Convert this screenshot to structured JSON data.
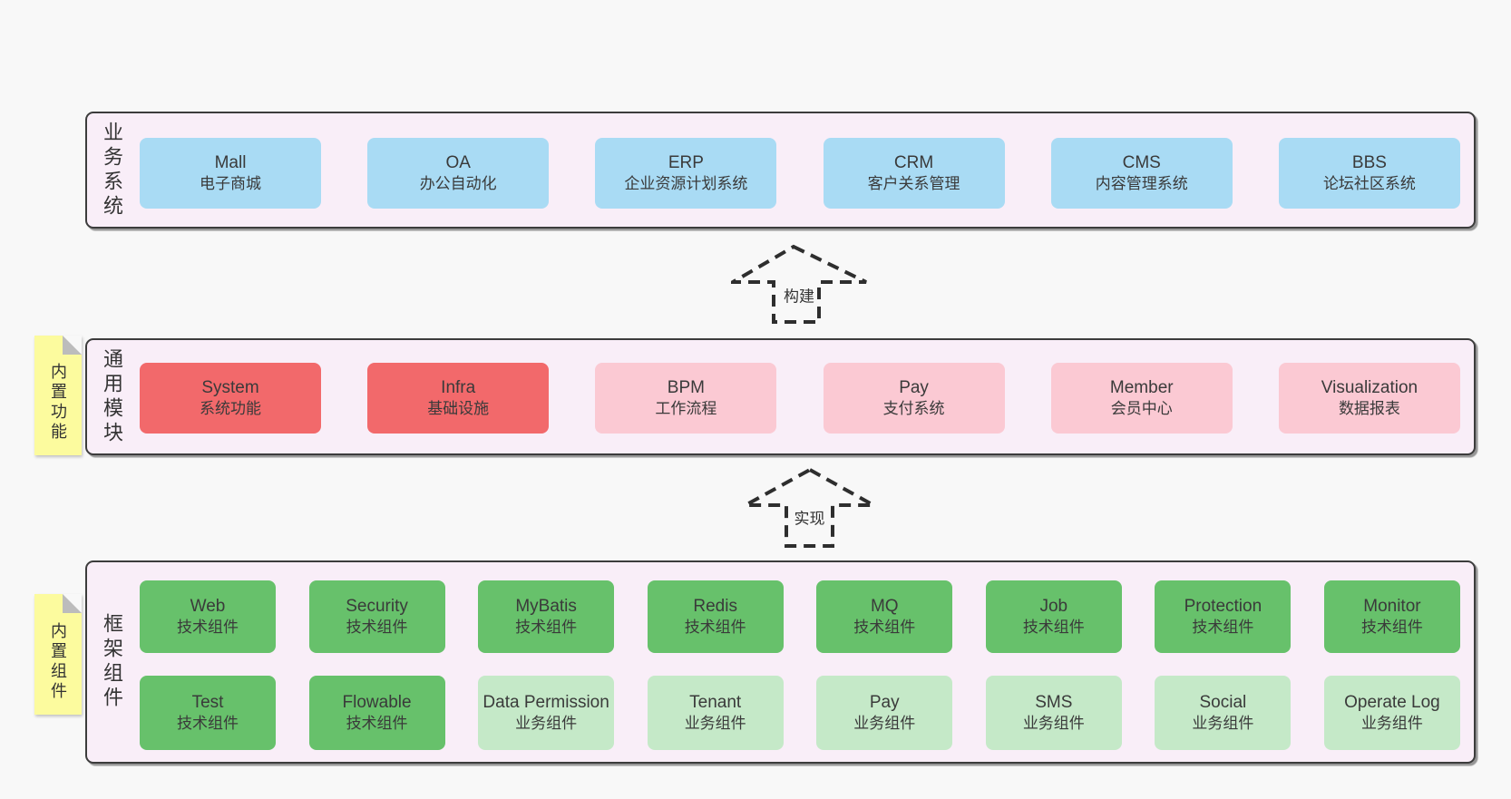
{
  "colors": {
    "page_bg": "#f8f8f8",
    "section_bg": "#f9eef8",
    "section_border": "#3c3c3c",
    "node_blue": "#a9dbf4",
    "node_red": "#f2696b",
    "node_pink": "#fbc9d3",
    "node_green_dark": "#67c16b",
    "node_green_light": "#c5e9c8",
    "sticky_yellow": "#fcfb9e",
    "sticky_fold_gray": "#bcbcbc",
    "text": "#3a3a3a"
  },
  "arrows": [
    {
      "label": "构建"
    },
    {
      "label": "实现"
    }
  ],
  "layers": {
    "business": {
      "label": "业务系统",
      "boxes": [
        {
          "en": "Mall",
          "zh": "电子商城",
          "variant": "blue"
        },
        {
          "en": "OA",
          "zh": "办公自动化",
          "variant": "blue"
        },
        {
          "en": "ERP",
          "zh": "企业资源计划系统",
          "variant": "blue"
        },
        {
          "en": "CRM",
          "zh": "客户关系管理",
          "variant": "blue"
        },
        {
          "en": "CMS",
          "zh": "内容管理系统",
          "variant": "blue"
        },
        {
          "en": "BBS",
          "zh": "论坛社区系统",
          "variant": "blue"
        }
      ]
    },
    "modules": {
      "label": "通用模块",
      "sticky": "内置功能",
      "boxes": [
        {
          "en": "System",
          "zh": "系统功能",
          "variant": "red"
        },
        {
          "en": "Infra",
          "zh": "基础设施",
          "variant": "red"
        },
        {
          "en": "BPM",
          "zh": "工作流程",
          "variant": "pink"
        },
        {
          "en": "Pay",
          "zh": "支付系统",
          "variant": "pink"
        },
        {
          "en": "Member",
          "zh": "会员中心",
          "variant": "pink"
        },
        {
          "en": "Visualization",
          "zh": "数据报表",
          "variant": "pink"
        }
      ]
    },
    "components": {
      "label": "框架组件",
      "sticky": "内置组件",
      "row1": [
        {
          "en": "Web",
          "zh": "技术组件",
          "variant": "green-dark"
        },
        {
          "en": "Security",
          "zh": "技术组件",
          "variant": "green-dark"
        },
        {
          "en": "MyBatis",
          "zh": "技术组件",
          "variant": "green-dark"
        },
        {
          "en": "Redis",
          "zh": "技术组件",
          "variant": "green-dark"
        },
        {
          "en": "MQ",
          "zh": "技术组件",
          "variant": "green-dark"
        },
        {
          "en": "Job",
          "zh": "技术组件",
          "variant": "green-dark"
        },
        {
          "en": "Protection",
          "zh": "技术组件",
          "variant": "green-dark"
        },
        {
          "en": "Monitor",
          "zh": "技术组件",
          "variant": "green-dark"
        }
      ],
      "row2": [
        {
          "en": "Test",
          "zh": "技术组件",
          "variant": "green-dark"
        },
        {
          "en": "Flowable",
          "zh": "技术组件",
          "variant": "green-dark"
        },
        {
          "en": "Data Permission",
          "zh": "业务组件",
          "variant": "green-light"
        },
        {
          "en": "Tenant",
          "zh": "业务组件",
          "variant": "green-light"
        },
        {
          "en": "Pay",
          "zh": "业务组件",
          "variant": "green-light"
        },
        {
          "en": "SMS",
          "zh": "业务组件",
          "variant": "green-light"
        },
        {
          "en": "Social",
          "zh": "业务组件",
          "variant": "green-light"
        },
        {
          "en": "Operate Log",
          "zh": "业务组件",
          "variant": "green-light"
        }
      ]
    }
  }
}
